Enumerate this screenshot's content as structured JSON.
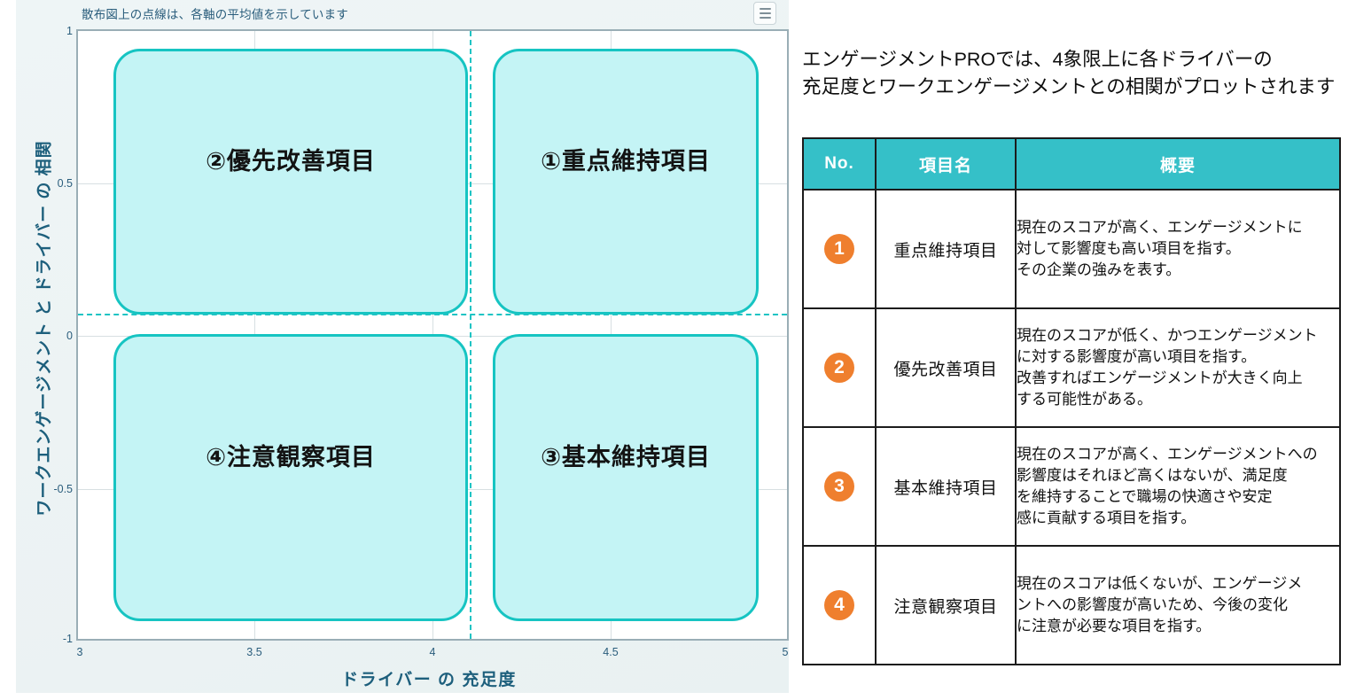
{
  "chart_panel": {
    "caption": "散布図上の点線は、各軸の平均値を示しています",
    "menu_icon": "hamburger-menu-icon"
  },
  "chart_data": {
    "type": "scatter",
    "title": "",
    "subtitle": "散布図上の点線は、各軸の平均値を示しています",
    "xlabel": "ドライバー の 充足度",
    "ylabel": "ワークエンゲージメント と ドライバー の 相関",
    "xlim": [
      3,
      5
    ],
    "ylim": [
      -1,
      1
    ],
    "xticks": [
      "3",
      "3.5",
      "4",
      "4.5",
      "5"
    ],
    "yticks": [
      "1",
      "0.5",
      "0",
      "-0.5",
      "-1"
    ],
    "grid": true,
    "legend": "none",
    "mean_lines": {
      "x_mean": 4.1,
      "y_mean": 0.07,
      "style": "dashed",
      "color": "#1fc4c4",
      "note": "散布図上の点線は、各軸の平均値を示しています"
    },
    "quadrants": [
      {
        "id": "q1",
        "label": "①重点維持項目",
        "position": "top-right",
        "x_range": [
          4.1,
          5
        ],
        "y_range": [
          0.07,
          1
        ]
      },
      {
        "id": "q2",
        "label": "②優先改善項目",
        "position": "top-left",
        "x_range": [
          3,
          4.1
        ],
        "y_range": [
          0.07,
          1
        ]
      },
      {
        "id": "q3",
        "label": "③基本維持項目",
        "position": "bottom-right",
        "x_range": [
          4.1,
          5
        ],
        "y_range": [
          -1,
          0.07
        ]
      },
      {
        "id": "q4",
        "label": "④注意観察項目",
        "position": "bottom-left",
        "x_range": [
          3,
          4.1
        ],
        "y_range": [
          -1,
          0.07
        ]
      }
    ],
    "points": [],
    "colors": {
      "quadrant_fill": "#c4f4f5",
      "quadrant_border": "#16c4c2",
      "mean_line": "#1fc4c4",
      "axis_text": "#2a5d7c"
    }
  },
  "right_panel": {
    "heading_line1": "エンゲージメントPROでは、4象限上に各ドライバーの",
    "heading_line2": "充足度とワークエンゲージメントとの相関がプロットされます",
    "table": {
      "headers": [
        "No.",
        "項目名",
        "概要"
      ],
      "rows": [
        {
          "no": "1",
          "name": "重点維持項目",
          "desc_lines": [
            "現在のスコアが高く、エンゲージメントに",
            "対して影響度も高い項目を指す。",
            "その企業の強みを表す。"
          ]
        },
        {
          "no": "2",
          "name": "優先改善項目",
          "desc_lines": [
            "現在のスコアが低く、かつエンゲージメント",
            "に対する影響度が高い項目を指す。",
            "改善すればエンゲージメントが大きく向上",
            "する可能性がある。"
          ]
        },
        {
          "no": "3",
          "name": "基本維持項目",
          "desc_lines": [
            "現在のスコアが高く、エンゲージメントへの",
            "影響度はそれほど高くはないが、満足度",
            "を維持することで職場の快適さや安定",
            "感に貢献する項目を指す。"
          ]
        },
        {
          "no": "4",
          "name": "注意観察項目",
          "desc_lines": [
            "現在のスコアは低くないが、エンゲージメ",
            "ントへの影響度が高いため、今後の変化",
            "に注意が必要な項目を指す。"
          ]
        }
      ]
    },
    "colors": {
      "table_header_bg": "#35c0c8",
      "badge_bg": "#ef7f2e"
    }
  }
}
